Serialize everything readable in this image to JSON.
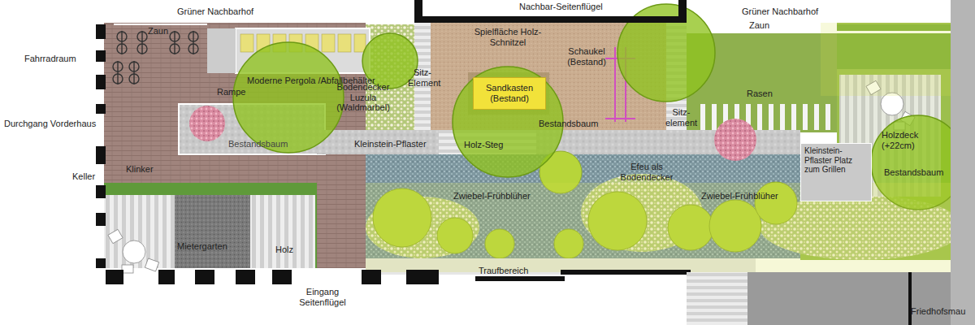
{
  "diagram": {
    "nodes": [
      {
        "text": [
          "Moderne Pergola /Abfallbehälter"
        ]
      },
      {
        "text": [
          "Sandkasten (Bestand)"
        ]
      },
      {
        "text": [
          "Holzdeck (+22cm)"
        ]
      },
      {
        "text": [
          "Kleinstein-Pflaster Platz zum Grillen"
        ]
      }
    ],
    "labels": [
      "Grüner Nachbarhof",
      "Nachbar-Seitenflügel",
      "Grüner Nachbarhof",
      "Zaun",
      "Zaun",
      "Fahrradraum",
      "Sitz- Element",
      "Spielfläche Holz-Schnitzel",
      "Schaukel (Bestand)",
      "Rampe",
      "Bodendecker Luzula (Waldmarbel)",
      "Bestandsbaum",
      "Sitz- element",
      "Rasen",
      "Durchgang Vorderhaus",
      "Bestandsbaum",
      "Kleinstein-Pflaster",
      "Holz-Steg",
      "Klinker",
      "Keller",
      "Efeu als Bodendecker",
      "Bestandsbaum",
      "Zwiebel-Frühblüher",
      "Zwiebel-Frühblüher",
      "Mietergarten",
      "Holz",
      "Traufbereich",
      "Eingang Seitenflügel",
      "Friedhofsmau"
    ]
  }
}
